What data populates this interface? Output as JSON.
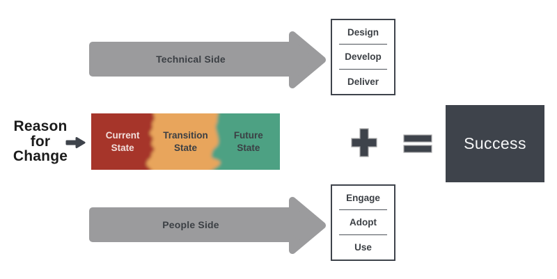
{
  "colors": {
    "c-red": "#A63429",
    "c-orange": "#E8A55C",
    "c-green": "#4EA183",
    "c-dark": "#3E434B",
    "c-gray": "#9B9B9D",
    "c-text": "#3B3F44",
    "c-light-text": "#F2DFDC"
  },
  "reason_for_change": {
    "lines": [
      "Reason",
      "for",
      "Change"
    ]
  },
  "band": {
    "states": [
      {
        "label": "Current State"
      },
      {
        "label": "Transition State"
      },
      {
        "label": "Future State"
      }
    ]
  },
  "technical": {
    "label": "Technical Side",
    "steps": [
      {
        "label": "Design"
      },
      {
        "label": "Develop"
      },
      {
        "label": "Deliver"
      }
    ]
  },
  "people": {
    "label": "People Side",
    "steps": [
      {
        "label": "Engage"
      },
      {
        "label": "Adopt"
      },
      {
        "label": "Use"
      }
    ]
  },
  "operators": {
    "plus": "+",
    "equals": "="
  },
  "result": {
    "label": "Success"
  }
}
